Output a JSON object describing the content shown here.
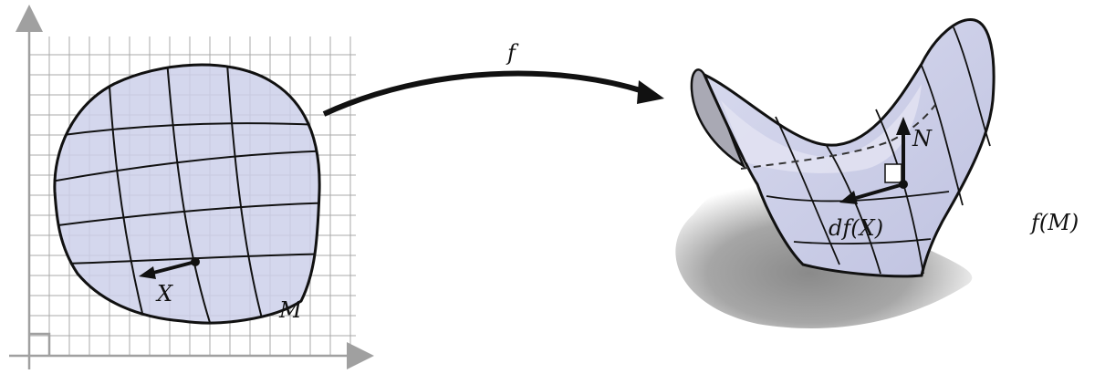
{
  "labels": {
    "map": "f",
    "domain_region": "M",
    "tangent_vector": "X",
    "image_surface": "f(M)",
    "pushforward": "df(X)",
    "normal_vector": "N"
  },
  "colors": {
    "region_fill": "#cdd0ea",
    "surface_fill": "#c9cbe6",
    "surface_inner": "#dfe1f1",
    "grid": "#a8a8a8",
    "axes": "#a0a0a0",
    "shadow": "#6e6e6e",
    "ink": "#111111"
  }
}
